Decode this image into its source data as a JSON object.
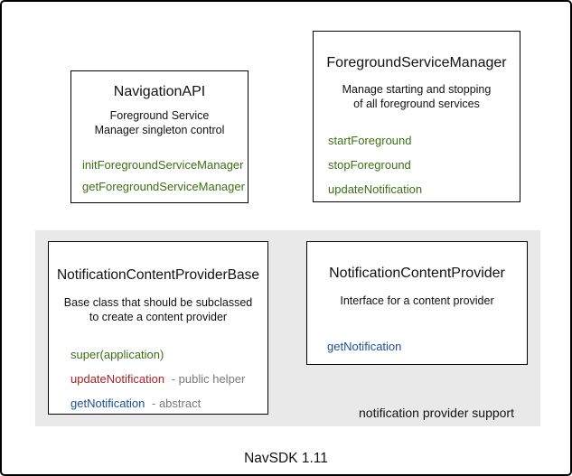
{
  "caption": "NavSDK 1.11",
  "group": {
    "label": "notification provider support"
  },
  "boxes": {
    "navigation_api": {
      "title": "NavigationAPI",
      "desc_line1": "Foreground Service",
      "desc_line2": "Manager singleton control",
      "methods": [
        {
          "label": "initForegroundServiceManager"
        },
        {
          "label": "getForegroundServiceManager"
        }
      ]
    },
    "foreground_service_manager": {
      "title": "ForegroundServiceManager",
      "desc_line1": "Manage starting and stopping",
      "desc_line2": "of all foreground services",
      "methods": [
        {
          "label": "startForeground"
        },
        {
          "label": "stopForeground"
        },
        {
          "label": "updateNotification"
        }
      ]
    },
    "notification_content_provider_base": {
      "title": "NotificationContentProviderBase",
      "desc_line1": "Base class that should be subclassed",
      "desc_line2": "to create a content provider",
      "methods": [
        {
          "label": "super(application)",
          "suffix": ""
        },
        {
          "label": "updateNotification",
          "suffix": "- public helper"
        },
        {
          "label": "getNotification",
          "suffix": "- abstract"
        }
      ]
    },
    "notification_content_provider": {
      "title": "NotificationContentProvider",
      "desc_line1": "Interface for a content provider",
      "methods": [
        {
          "label": "getNotification"
        }
      ]
    }
  },
  "colors": {
    "method_green": "#3c7017",
    "method_red": "#ad1f23",
    "method_blue": "#1d4e99",
    "annotation_gray": "#7a7a7a",
    "group_bg": "#e9e9e9",
    "box_border": "#000000",
    "text": "#111111"
  }
}
